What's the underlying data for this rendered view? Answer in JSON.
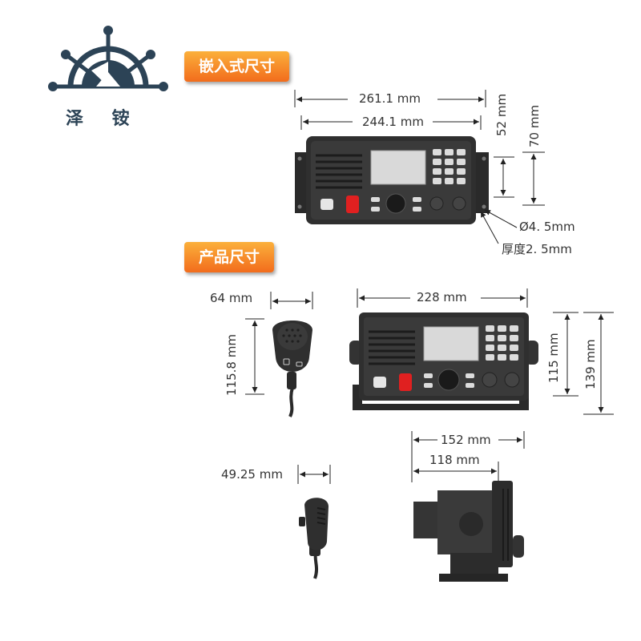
{
  "logo": {
    "brand": "泽 铵"
  },
  "sections": {
    "embedded": "嵌入式尺寸",
    "product": "产品尺寸"
  },
  "dims": {
    "w261": "261.1 mm",
    "w244": "244.1 mm",
    "h52": "52 mm",
    "h70": "70 mm",
    "hole": "Ø4. 5mm",
    "thickness": "厚度2. 5mm",
    "mic_w": "64 mm",
    "mic_h": "115.8 mm",
    "w228": "228 mm",
    "h115": "115 mm",
    "h139": "139 mm",
    "d152": "152 mm",
    "d118": "118 mm",
    "mic_d": "49.25 mm"
  },
  "colors": {
    "device": "#2e2e2e",
    "ptt": "#e02020",
    "accent": "#f7931e",
    "logo": "#2c4356"
  }
}
